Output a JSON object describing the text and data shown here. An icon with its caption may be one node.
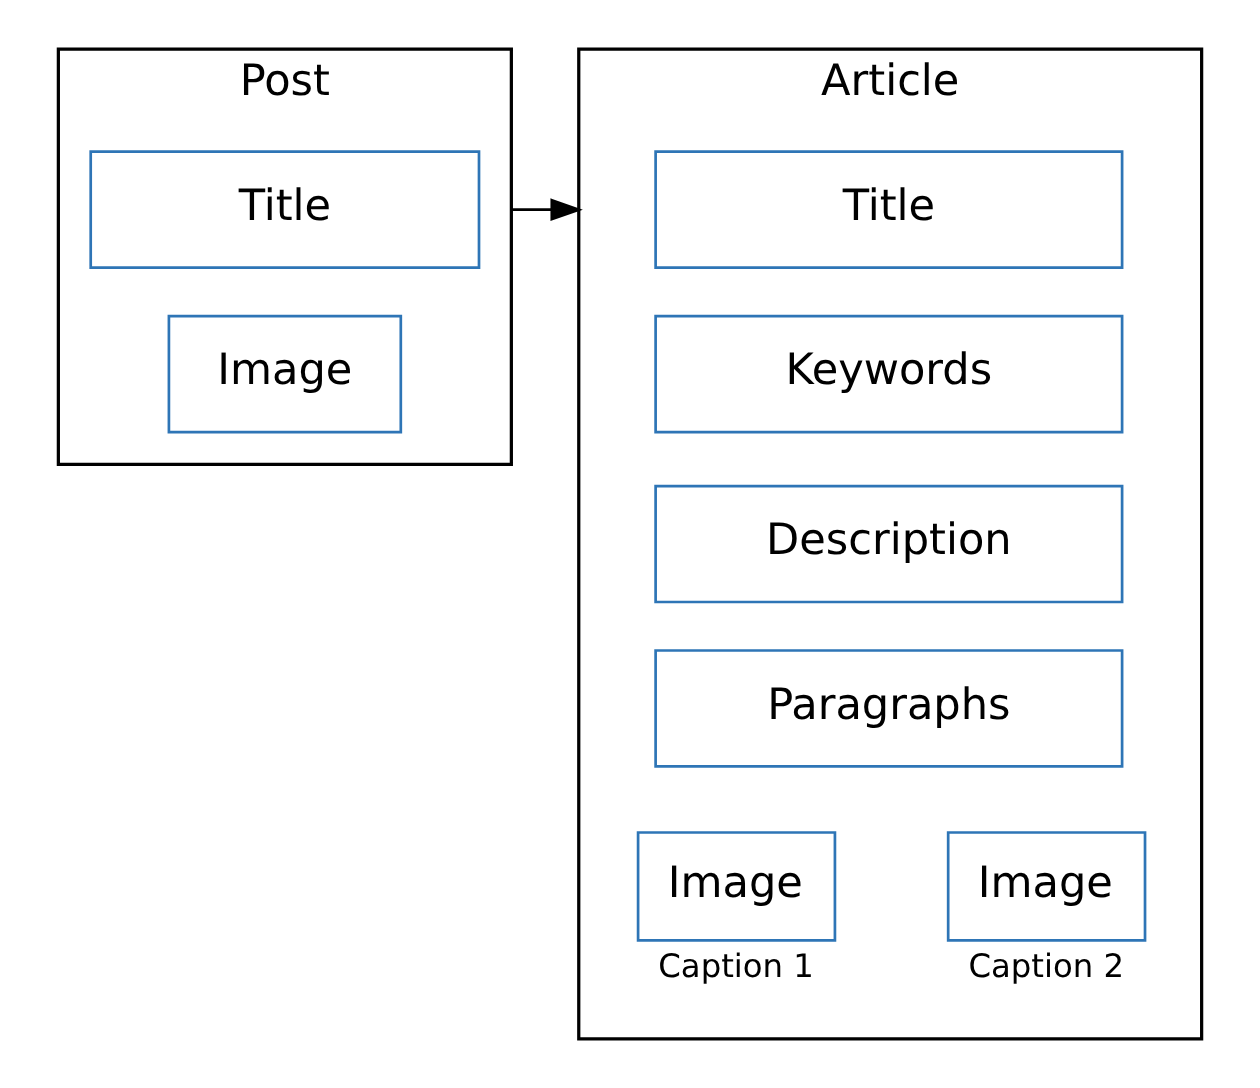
{
  "diagram": {
    "nodes": [
      {
        "text": [
          "Post"
        ]
      },
      {
        "text": [
          "Title"
        ],
        "in": 0
      },
      {
        "text": [
          "Image"
        ],
        "in": 0
      },
      {
        "text": [
          "Article"
        ]
      },
      {
        "text": [
          "Title"
        ],
        "in": 3
      },
      {
        "text": [
          "Keywords"
        ],
        "in": 3
      },
      {
        "text": [
          "Description"
        ],
        "in": 3
      },
      {
        "text": [
          "Paragraphs"
        ],
        "in": 3
      },
      {
        "text": [
          "Image"
        ],
        "in": 3,
        "beside": [
          "Caption 1"
        ]
      },
      {
        "text": [
          "Image"
        ],
        "in": 3,
        "beside": [
          "Caption 2"
        ]
      }
    ],
    "edges": [
      {
        "from": 0,
        "to": 3,
        "arrow": "to"
      }
    ]
  }
}
